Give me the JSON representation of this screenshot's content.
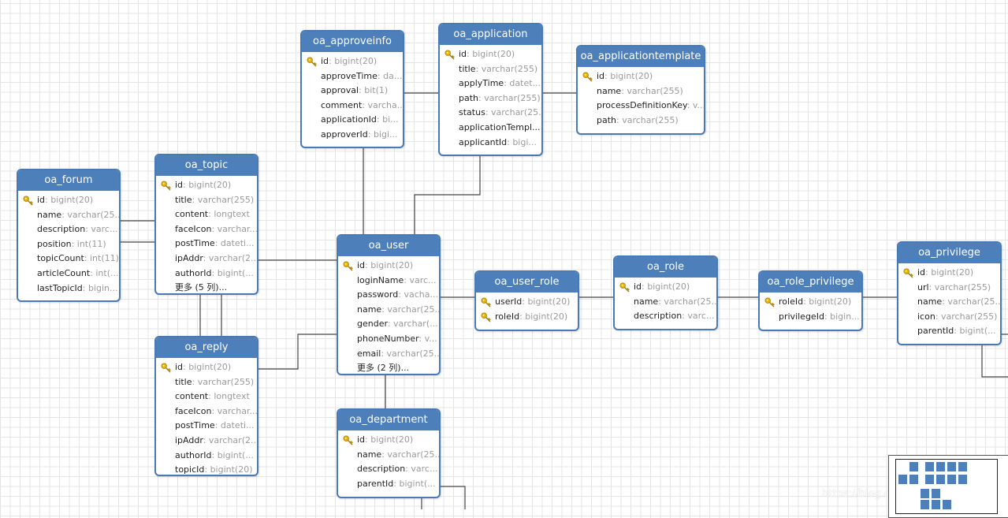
{
  "tables": {
    "approveinfo": {
      "name": "oa_approveinfo",
      "fields": [
        {
          "n": "id",
          "t": "bigint(20)",
          "pk": true
        },
        {
          "n": "approveTime",
          "t": "da..."
        },
        {
          "n": "approval",
          "t": "bit(1)"
        },
        {
          "n": "comment",
          "t": "varcha..."
        },
        {
          "n": "applicationId",
          "t": "bi..."
        },
        {
          "n": "approverId",
          "t": "bigi..."
        }
      ]
    },
    "application": {
      "name": "oa_application",
      "fields": [
        {
          "n": "id",
          "t": "bigint(20)",
          "pk": true
        },
        {
          "n": "title",
          "t": "varchar(255)"
        },
        {
          "n": "applyTime",
          "t": "datet..."
        },
        {
          "n": "path",
          "t": "varchar(255)"
        },
        {
          "n": "status",
          "t": "varchar(25..."
        },
        {
          "n": "applicationTempl...",
          "t": ""
        },
        {
          "n": "applicantId",
          "t": "bigi..."
        }
      ]
    },
    "applicationtemplate": {
      "name": "oa_applicationtemplate",
      "fields": [
        {
          "n": "id",
          "t": "bigint(20)",
          "pk": true
        },
        {
          "n": "name",
          "t": "varchar(255)"
        },
        {
          "n": "processDefinitionKey",
          "t": "v..."
        },
        {
          "n": "path",
          "t": "varchar(255)"
        }
      ]
    },
    "forum": {
      "name": "oa_forum",
      "fields": [
        {
          "n": "id",
          "t": "bigint(20)",
          "pk": true
        },
        {
          "n": "name",
          "t": "varchar(25..."
        },
        {
          "n": "description",
          "t": "varc..."
        },
        {
          "n": "position",
          "t": "int(11)"
        },
        {
          "n": "topicCount",
          "t": "int(11)"
        },
        {
          "n": "articleCount",
          "t": "int(..."
        },
        {
          "n": "lastTopicId",
          "t": "bigin..."
        }
      ]
    },
    "topic": {
      "name": "oa_topic",
      "fields": [
        {
          "n": "id",
          "t": "bigint(20)",
          "pk": true
        },
        {
          "n": "title",
          "t": "varchar(255)"
        },
        {
          "n": "content",
          "t": "longtext"
        },
        {
          "n": "faceIcon",
          "t": "varchar..."
        },
        {
          "n": "postTime",
          "t": "dateti..."
        },
        {
          "n": "ipAddr",
          "t": "varchar(2..."
        },
        {
          "n": "authorId",
          "t": "bigint(..."
        },
        {
          "n": "更多 (5 列)...",
          "t": "",
          "more": true
        }
      ]
    },
    "reply": {
      "name": "oa_reply",
      "fields": [
        {
          "n": "id",
          "t": "bigint(20)",
          "pk": true
        },
        {
          "n": "title",
          "t": "varchar(255)"
        },
        {
          "n": "content",
          "t": "longtext"
        },
        {
          "n": "faceIcon",
          "t": "varchar..."
        },
        {
          "n": "postTime",
          "t": "dateti..."
        },
        {
          "n": "ipAddr",
          "t": "varchar(2..."
        },
        {
          "n": "authorId",
          "t": "bigint(..."
        },
        {
          "n": "topicId",
          "t": "bigint(20)"
        }
      ]
    },
    "user": {
      "name": "oa_user",
      "fields": [
        {
          "n": "id",
          "t": "bigint(20)",
          "pk": true
        },
        {
          "n": "loginName",
          "t": "varc..."
        },
        {
          "n": "password",
          "t": "vacha..."
        },
        {
          "n": "name",
          "t": "varchar(25..."
        },
        {
          "n": "gender",
          "t": "varchar(..."
        },
        {
          "n": "phoneNumber",
          "t": "v..."
        },
        {
          "n": "email",
          "t": "varchar(25..."
        },
        {
          "n": "更多 (2 列)...",
          "t": "",
          "more": true
        }
      ]
    },
    "department": {
      "name": "oa_department",
      "fields": [
        {
          "n": "id",
          "t": "bigint(20)",
          "pk": true
        },
        {
          "n": "name",
          "t": "varchar(25..."
        },
        {
          "n": "description",
          "t": "varc..."
        },
        {
          "n": "parentId",
          "t": "bigint(..."
        }
      ]
    },
    "user_role": {
      "name": "oa_user_role",
      "fields": [
        {
          "n": "userId",
          "t": "bigint(20)",
          "pk": true
        },
        {
          "n": "roleId",
          "t": "bigint(20)",
          "pk": true
        }
      ]
    },
    "role": {
      "name": "oa_role",
      "fields": [
        {
          "n": "id",
          "t": "bigint(20)",
          "pk": true
        },
        {
          "n": "name",
          "t": "varchar(25..."
        },
        {
          "n": "description",
          "t": "varc..."
        }
      ]
    },
    "role_privilege": {
      "name": "oa_role_privilege",
      "fields": [
        {
          "n": "roleId",
          "t": "bigint(20)",
          "pk": true
        },
        {
          "n": "privilegeId",
          "t": "bigin..."
        }
      ]
    },
    "privilege": {
      "name": "oa_privilege",
      "fields": [
        {
          "n": "id",
          "t": "bigint(20)",
          "pk": true
        },
        {
          "n": "url",
          "t": "varchar(255)"
        },
        {
          "n": "name",
          "t": "varchar(25..."
        },
        {
          "n": "icon",
          "t": "varchar(255)"
        },
        {
          "n": "parentId",
          "t": "bigint(..."
        }
      ]
    }
  },
  "watermark": "https://blog.csdn.net/Jwzheng",
  "colors": {
    "header": "#4d7fba",
    "border": "#4a7ab5",
    "key": "#e0b000",
    "connector": "#444444"
  },
  "icons": {
    "primary_key": "key-icon"
  }
}
